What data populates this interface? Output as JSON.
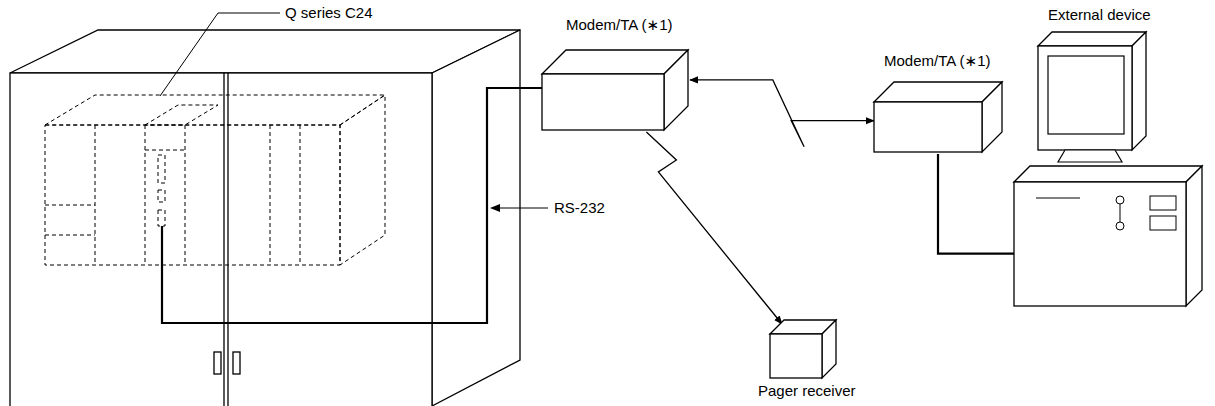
{
  "diagram": {
    "nodes": [
      {
        "text": [
          "Modem/TA (∗1)"
        ]
      },
      {
        "text": [
          "Modem/TA (∗1)"
        ]
      },
      {
        "text": [
          "External device"
        ]
      },
      {
        "text": [
          "Pager receiver"
        ]
      }
    ],
    "edges": [
      {
        "from": 0,
        "to": 1,
        "arrow": "both"
      },
      {
        "from": 0,
        "to": 3,
        "arrow": "to"
      },
      {
        "from": 1,
        "to": 2,
        "arrow": "none"
      }
    ],
    "labels": [
      "Q series C24",
      "RS-232"
    ]
  }
}
